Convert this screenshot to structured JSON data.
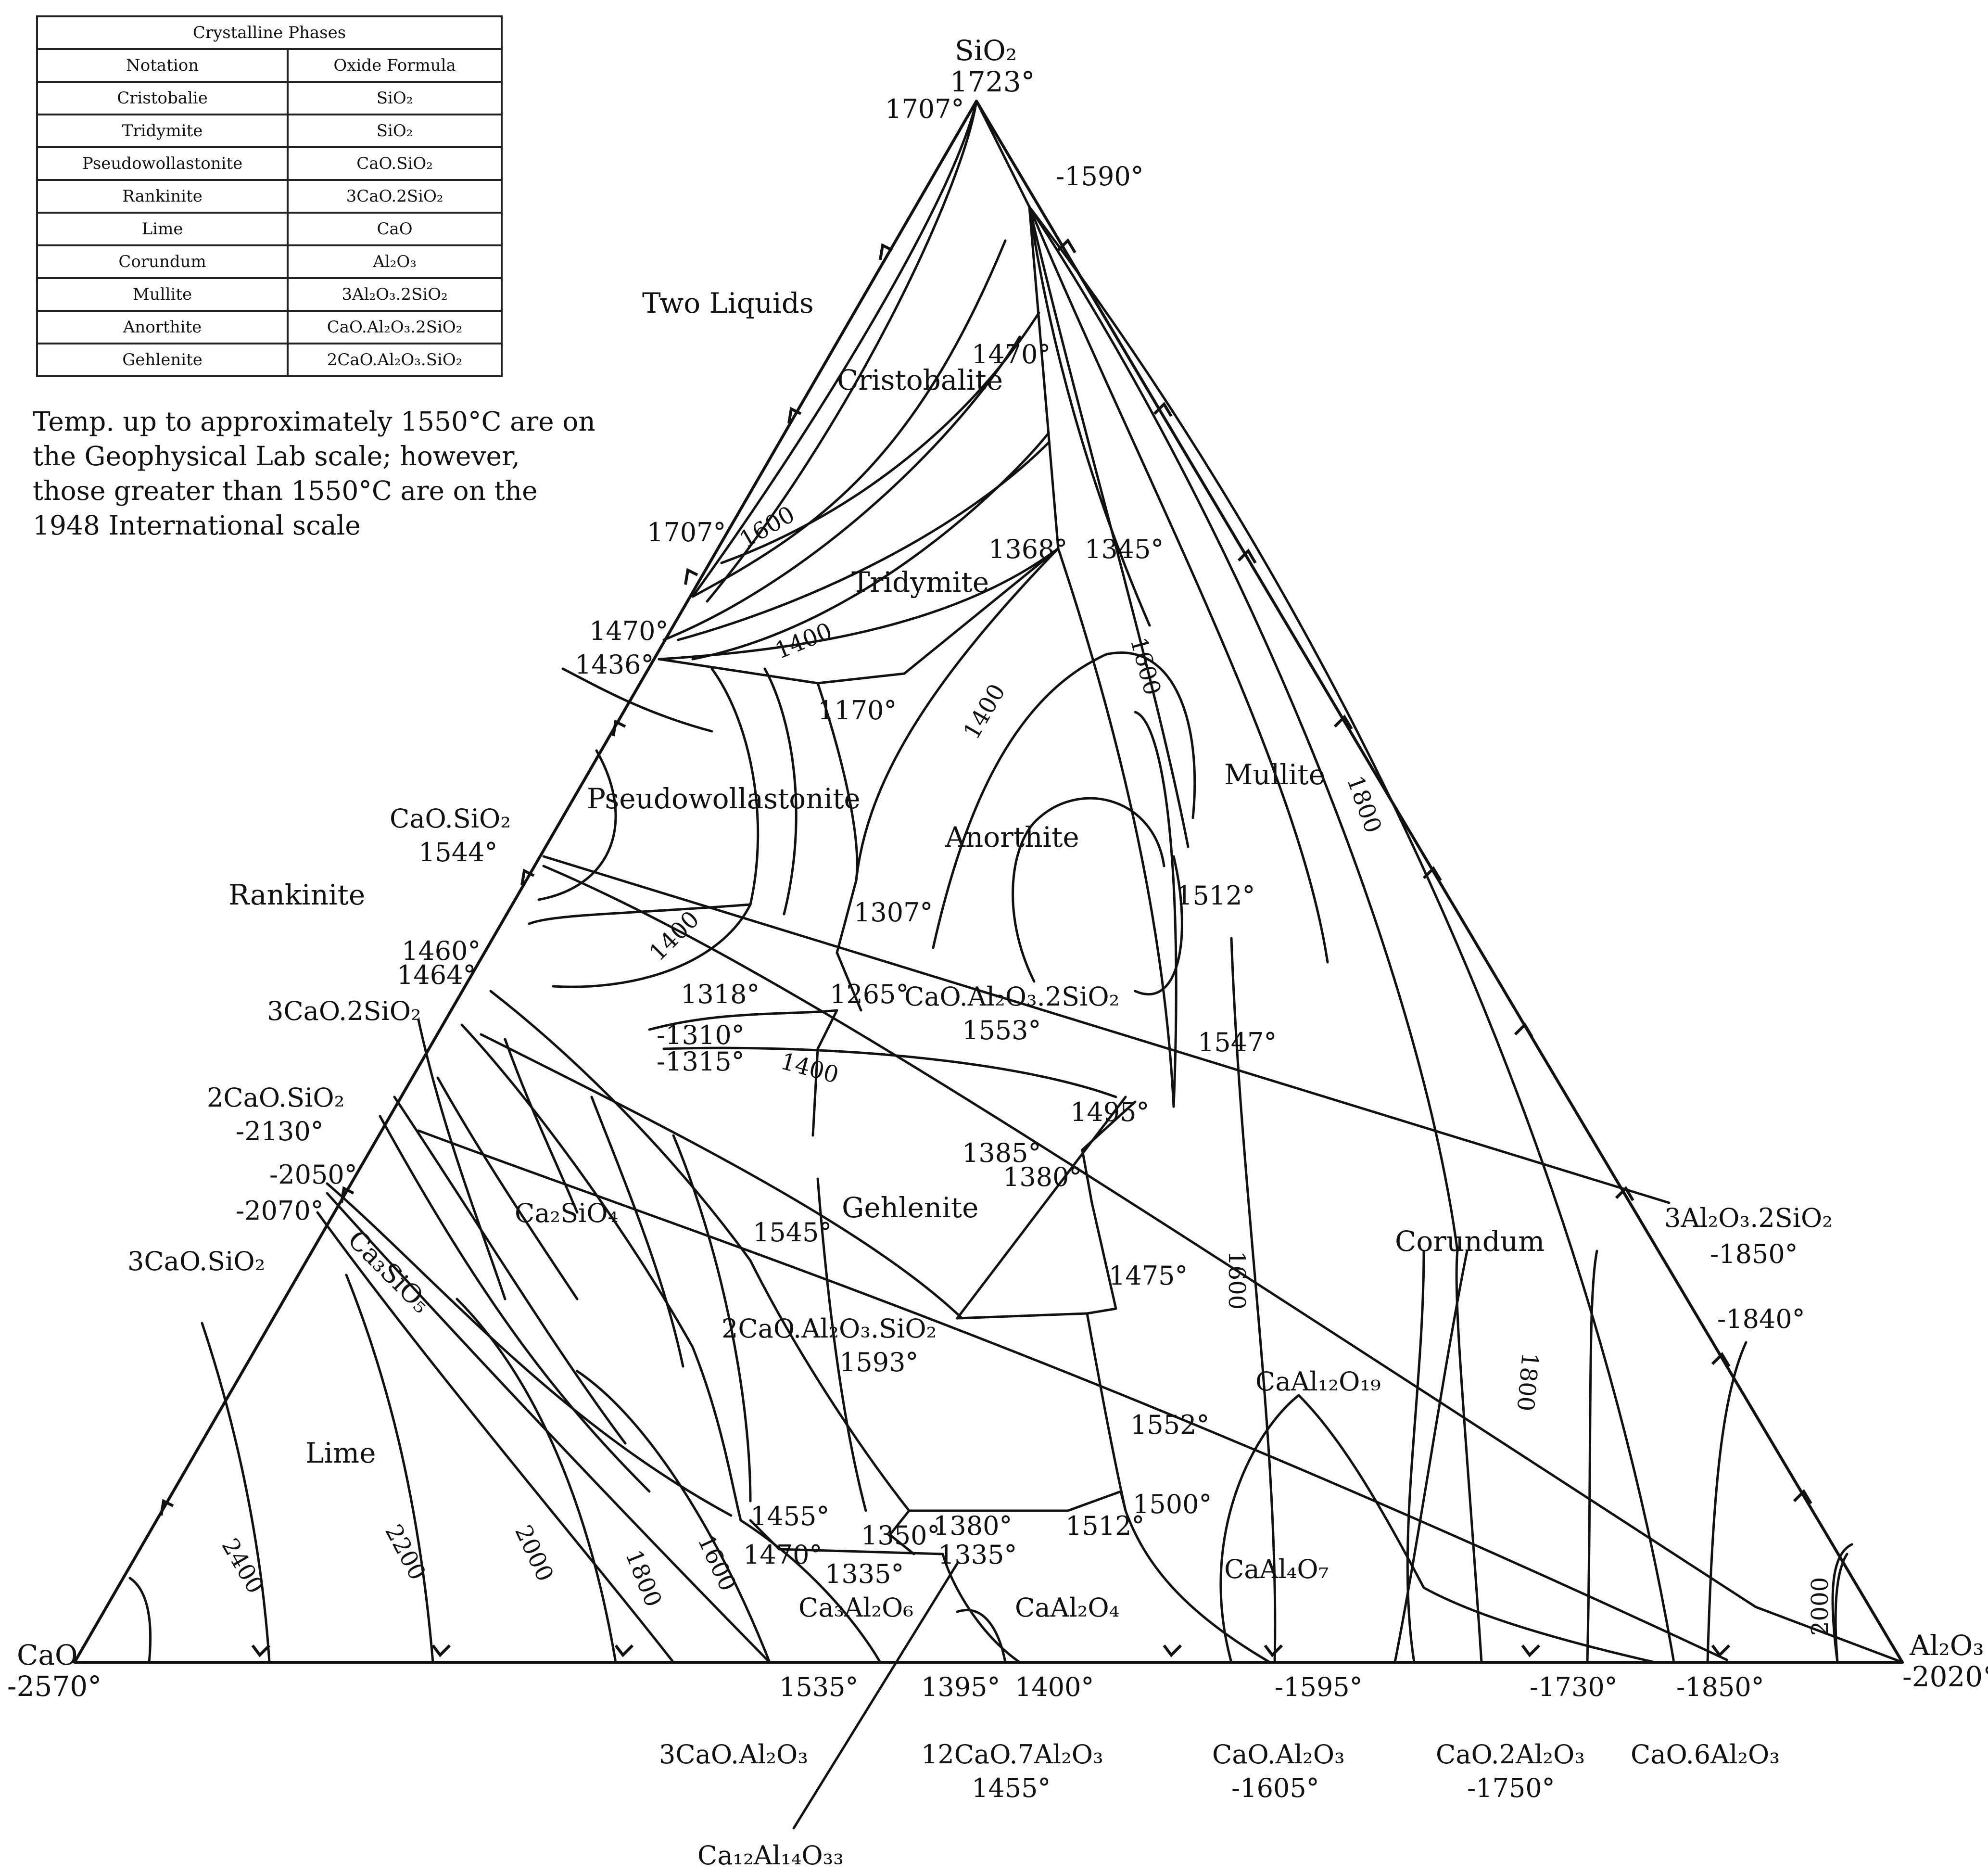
{
  "legend": {
    "caption": "Crystalline Phases",
    "header": {
      "notation": "Notation",
      "formula": "Oxide Formula"
    },
    "rows": [
      {
        "notation": "Cristobalie",
        "formula": "SiO₂"
      },
      {
        "notation": "Tridymite",
        "formula": "SiO₂"
      },
      {
        "notation": "Pseudowollastonite",
        "formula": "CaO.SiO₂"
      },
      {
        "notation": "Rankinite",
        "formula": "3CaO.2SiO₂"
      },
      {
        "notation": "Lime",
        "formula": "CaO"
      },
      {
        "notation": "Corundum",
        "formula": "Al₂O₃"
      },
      {
        "notation": "Mullite",
        "formula": "3Al₂O₃.2SiO₂"
      },
      {
        "notation": "Anorthite",
        "formula": "CaO.Al₂O₃.2SiO₂"
      },
      {
        "notation": "Gehlenite",
        "formula": "2CaO.Al₂O₃.SiO₂"
      }
    ]
  },
  "note": "Temp. up to approximately 1550°C are on the Geophysical Lab scale; however, those greater than 1550°C are on the 1948 International scale",
  "vertices": {
    "top": {
      "name": "SiO₂",
      "temp": "1723°"
    },
    "left": {
      "name": "CaO",
      "temp": "-2570°"
    },
    "right": {
      "name": "Al₂O₃",
      "temp": "-2020°"
    }
  },
  "fields": {
    "two_liquids": "Two Liquids",
    "cristobalite": "Cristobalite",
    "tridymite": "Tridymite",
    "pseudowollastonite": "Pseudowollastonite",
    "anorthite": "Anorthite",
    "mullite": "Mullite",
    "rankinite": "Rankinite",
    "gehlenite": "Gehlenite",
    "corundum": "Corundum",
    "lime": "Lime",
    "c2s": "Ca₂SiO₄",
    "c3s": "Ca₃SiO₅",
    "ca12": "CaAl₁₂O₁₉",
    "ca4": "CaAl₄O₇",
    "ca2o4": "CaAl₂O₄",
    "c3a6": "Ca₃Al₂O₆"
  },
  "compounds": {
    "cs": {
      "name": "CaO.SiO₂",
      "temp": "1544°"
    },
    "c3s2": "3CaO.2SiO₂",
    "c2s": {
      "name": "2CaO.SiO₂",
      "temp": "-2130°"
    },
    "c3s": "3CaO.SiO₂",
    "anorthite": {
      "name": "CaO.Al₂O₃.2SiO₂",
      "temp": "1553°"
    },
    "gehlenite": {
      "name": "2CaO.Al₂O₃.SiO₂",
      "temp": "1593°"
    },
    "mullite": {
      "name": "3Al₂O₃.2SiO₂",
      "temp": "-1850°"
    },
    "c3a": "3CaO.Al₂O₃",
    "c12a7": {
      "name": "12CaO.7Al₂O₃",
      "temp": "1455°"
    },
    "ca": {
      "name": "CaO.Al₂O₃",
      "temp": "-1605°"
    },
    "ca2": {
      "name": "CaO.2Al₂O₃",
      "temp": "-1750°"
    },
    "ca6": "CaO.6Al₂O₃",
    "c12a14": "Ca₁₂Al₁₄O₃₃"
  },
  "temps": {
    "t1707a": "1707°",
    "t1590": "-1590°",
    "t1470a": "1470°",
    "t1707b": "1707°",
    "t1470b": "1470°",
    "t1436": "1436°",
    "t1368": "1368°",
    "t1345": "1345°",
    "t1170": "1170°",
    "t1307": "1307°",
    "t1512a": "1512°",
    "t1460": "1460°",
    "t1464": "1464°",
    "t1318": "1318°",
    "t1265": "1265°",
    "t1310": "-1310°",
    "t1315": "-1315°",
    "t1547": "1547°",
    "t1495": "1495°",
    "t1385": "1385°",
    "t1380a": "1380°",
    "t2050": "-2050°",
    "t2070": "-2070°",
    "t1545": "1545°",
    "t1475": "1475°",
    "t1840": "-1840°",
    "t1552": "1552°",
    "t1500": "1500°",
    "t1455": "1455°",
    "t1350": "1350°",
    "t1380b": "1380°",
    "t1512b": "1512°",
    "t1470c": "1470°",
    "t1335a": "1335°",
    "t1335b": "1335°",
    "t1535": "1535°",
    "t1395": "1395°",
    "t1400": "1400°",
    "t1595": "-1595°",
    "t1730": "-1730°",
    "t1850b": "-1850°"
  },
  "isotherms": {
    "i1600a": "1600",
    "i1400a": "1400",
    "i1600b": "1600",
    "i1400b": "1400",
    "i1800a": "1800",
    "i1400c": "1400",
    "i1400d": "1400",
    "i1600c": "1600",
    "i1800b": "1800",
    "i2400": "2400",
    "i2200": "2200",
    "i2000a": "2000",
    "i1800c": "1800",
    "i1600d": "1600",
    "i2000b": "2000"
  }
}
